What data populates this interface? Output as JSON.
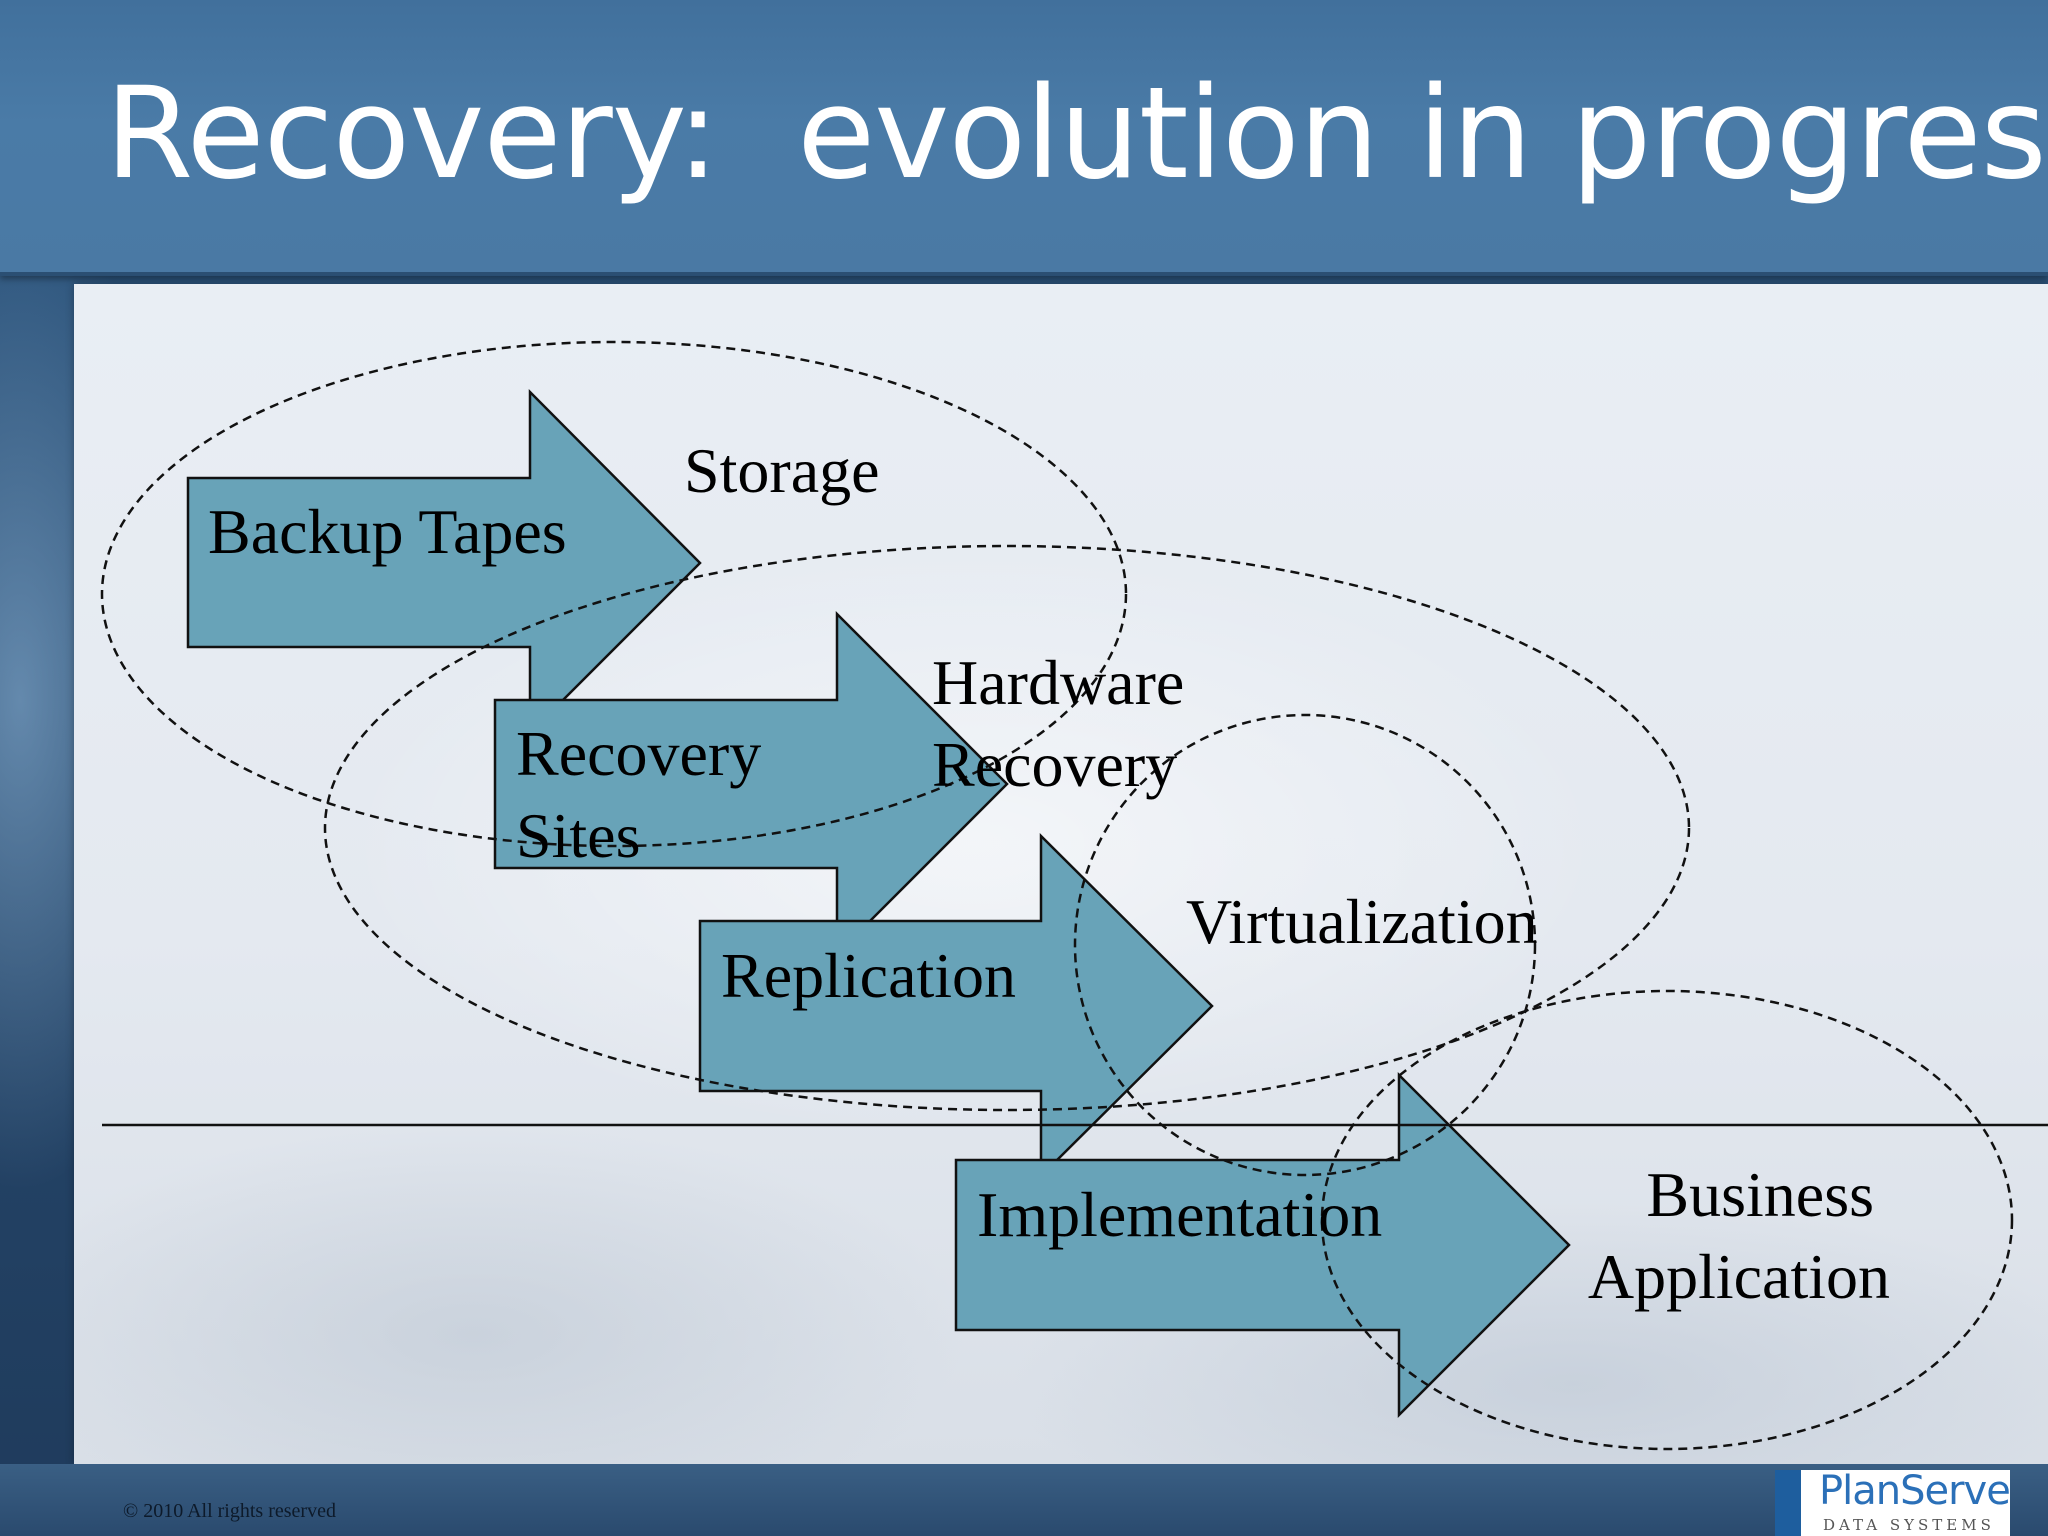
{
  "slide": {
    "title": "Recovery:  evolution in progress",
    "copyright": "© 2010 All rights reserved"
  },
  "diagram": {
    "arrows": [
      {
        "lines": [
          "Backup Tapes"
        ]
      },
      {
        "lines": [
          "Recovery",
          "Sites"
        ]
      },
      {
        "lines": [
          "Replication"
        ]
      },
      {
        "lines": [
          "Implementation"
        ]
      }
    ],
    "zones": [
      {
        "lines": [
          "Storage"
        ]
      },
      {
        "lines": [
          "Hardware",
          "Recovery"
        ]
      },
      {
        "lines": [
          "Virtualization"
        ]
      },
      {
        "lines": [
          "Business",
          "Application"
        ]
      }
    ],
    "colors": {
      "arrow_fill": "#68a3b8",
      "arrow_stroke": "#111111",
      "zone_stroke": "#111111"
    }
  },
  "logo": {
    "name": "PlanServe",
    "subtitle": "DATA SYSTEMS"
  }
}
